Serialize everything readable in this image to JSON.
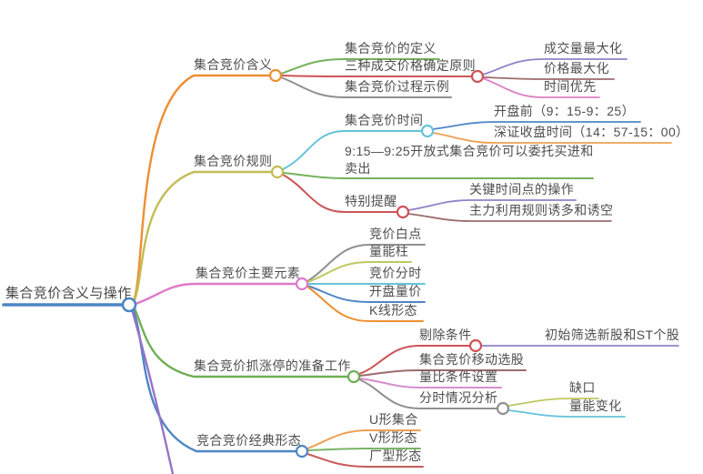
{
  "root": {
    "label": "集合竞价含义与操作",
    "color": "#4e86c6"
  },
  "branches": [
    {
      "label": "集合竞价含义",
      "color": "#ed8f33",
      "children": [
        {
          "label": "集合竞价的定义",
          "color": "#76b25c"
        },
        {
          "label": "三种成交价格确定原则",
          "color": "#cd5456",
          "children": [
            {
              "label": "成交量最大化",
              "color": "#8f83c8"
            },
            {
              "label": "价格最大化",
              "color": "#9d6b6b"
            },
            {
              "label": "时间优先",
              "color": "#dd7fc4"
            }
          ]
        },
        {
          "label": "集合竞价过程示例",
          "color": "#909090"
        }
      ]
    },
    {
      "label": "集合竞价规则",
      "color": "#c3bd55",
      "children": [
        {
          "label": "集合竞价时间",
          "color": "#66c3da",
          "children": [
            {
              "label": "开盘前（9：15-9：25）",
              "color": "#4e86c6"
            },
            {
              "label": "深证收盘时间（14：57-15：00）",
              "color": "#efa053"
            }
          ]
        },
        {
          "label": "9:15—9:25开放式集合竞价可以委托买进和卖出",
          "color": "#76b25c"
        },
        {
          "label": "特别提醒",
          "color": "#cd5456",
          "children": [
            {
              "label": "关键时间点的操作",
              "color": "#8f83c8"
            },
            {
              "label": "主力利用规则诱多和诱空",
              "color": "#9d6b6b"
            }
          ]
        }
      ]
    },
    {
      "label": "集合竞价主要元素",
      "color": "#df7ac7",
      "children": [
        {
          "label": "竞价白点",
          "color": "#909090"
        },
        {
          "label": "量能柱",
          "color": "#bdc95e"
        },
        {
          "label": "竞价分时",
          "color": "#66c3da"
        },
        {
          "label": "开盘量价",
          "color": "#4e86c6"
        },
        {
          "label": "K线形态",
          "color": "#ed8f33"
        }
      ]
    },
    {
      "label": "集合竞价抓涨停的准备工作",
      "color": "#6fae55",
      "children": [
        {
          "label": "剔除条件",
          "color": "#cd5456",
          "children": [
            {
              "label": "初始筛选新股和ST个股",
              "color": "#8f83c8"
            }
          ]
        },
        {
          "label": "集合竞价移动选股",
          "color": "#9d6b6b"
        },
        {
          "label": "量比条件设置",
          "color": "#d48ecd"
        },
        {
          "label": "分时情况分析",
          "color": "#909090",
          "children": [
            {
              "label": "缺口",
              "color": "#bdc95e"
            },
            {
              "label": "量能变化",
              "color": "#66c3da"
            }
          ]
        }
      ]
    },
    {
      "label": "竞合竞价经典形态",
      "color": "#4e86c6",
      "children": [
        {
          "label": "U形集合",
          "color": "#efa053"
        },
        {
          "label": "V形形态",
          "color": "#7cb466"
        },
        {
          "label": "厂型形态",
          "color": "#c75a5a"
        }
      ]
    },
    {
      "color": "#9673c5"
    }
  ]
}
